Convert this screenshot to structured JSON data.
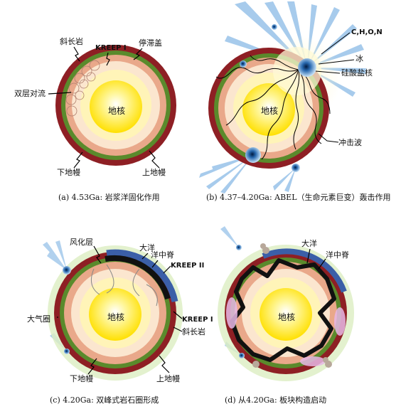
{
  "panels": {
    "a": {
      "caption": "(a) 4.53Ga: 岩浆洋固化作用",
      "labels": {
        "core": "地核",
        "anorthosite": "斜长岩",
        "kreep": "KREEP I",
        "stagnant_lid": "停滞盖",
        "double_convection": "双层对流",
        "lower_mantle": "下地幔",
        "upper_mantle": "上地幔"
      }
    },
    "b": {
      "caption": "(b) 4.37–4.20Ga: ABEL（生命元素巨变）轰击作用",
      "labels": {
        "core": "地核",
        "chon": "C,H,O,N",
        "ice": "冰",
        "silicate_core": "硅酸盐核",
        "shock_wave": "冲击波"
      }
    },
    "c": {
      "caption": "(c) 4.20Ga: 双峰式岩石圈形成",
      "labels": {
        "core": "地核",
        "weathering": "风化层",
        "ocean": "大洋",
        "ridge": "洋中脊",
        "kreep2": "KREEP II",
        "kreep1": "KREEP I",
        "atmosphere": "大气圈",
        "anorthosite": "斜长岩",
        "lower_mantle": "下地幔",
        "upper_mantle": "上地幔"
      }
    },
    "d": {
      "caption": "(d) 从4.20Ga: 板块构造启动",
      "labels": {
        "core": "地核",
        "ocean": "大洋",
        "ridge": "洋中脊"
      }
    }
  },
  "colors": {
    "crust_red": "#8e1f24",
    "green": "#5a8a2c",
    "salmon": "#e9a88a",
    "pale": "#fbe6cf",
    "cream": "#fff4b8",
    "core": "#ffe800",
    "ocean": "#3b5fa8",
    "comet": "#9ec6ea",
    "atmosphere": "#dceec2"
  }
}
